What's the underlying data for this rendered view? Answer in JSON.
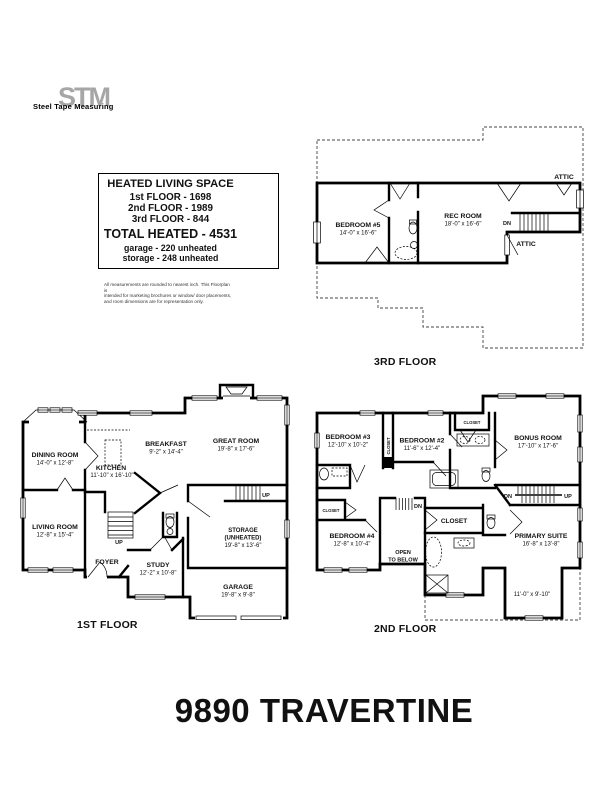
{
  "logo": {
    "monogram": "STM",
    "name": "Steel Tape Measuring"
  },
  "summary": {
    "title": "HEATED LIVING SPACE",
    "floor1": "1st FLOOR - 1698",
    "floor2": "2nd FLOOR - 1989",
    "floor3": "3rd FLOOR - 844",
    "total": "TOTAL HEATED - 4531",
    "garage": "garage - 220 unheated",
    "storage": "storage - 248 unheated"
  },
  "disclaimer": {
    "line1": "All measurements are rounded to nearest inch. This Floorplan is",
    "line2": "intended for marketing brochures or window/ door placements,",
    "line3": "and room dimensions are for representation only."
  },
  "address": "9890 TRAVERTINE",
  "floor3": {
    "label": "3RD FLOOR",
    "bedroom5_name": "BEDROOM #5",
    "bedroom5_dims": "14'-0\" x 16'-6\"",
    "rec_name": "REC ROOM",
    "rec_dims": "18'-0\" x 16'-6\"",
    "attic_top": "ATTIC",
    "attic_mid": "ATTIC",
    "dn": "DN"
  },
  "floor1": {
    "label": "1ST FLOOR",
    "dining_name": "DINING ROOM",
    "dining_dims": "14'-0\" x 12'-8\"",
    "kitchen_name": "KITCHEN",
    "kitchen_dims": "11'-10\" x 16'-10\"",
    "breakfast_name": "BREAKFAST",
    "breakfast_dims": "9'-2\" x 14'-4\"",
    "great_name": "GREAT ROOM",
    "great_dims": "19'-8\" x 17'-6\"",
    "living_name": "LIVING ROOM",
    "living_dims": "12'-8\" x 15'-4\"",
    "foyer": "FOYER",
    "study_name": "STUDY",
    "study_dims": "12'-2\" x 10'-8\"",
    "storage_name": "STORAGE",
    "storage_note": "(UNHEATED)",
    "storage_dims": "19'-8\" x 13'-6\"",
    "garage_name": "GARAGE",
    "garage_dims": "19'-8\" x 9'-8\"",
    "up1": "UP",
    "up2": "UP"
  },
  "floor2": {
    "label": "2ND FLOOR",
    "bed3_name": "BEDROOM #3",
    "bed3_dims": "12'-10\" x 10'-2\"",
    "bed2_name": "BEDROOM #2",
    "bed2_dims": "11'-6\" x 12'-4\"",
    "bonus_name": "BONUS ROOM",
    "bonus_dims": "17'-10\" x 17'-6\"",
    "bed4_name": "BEDROOM #4",
    "bed4_dims": "12'-8\" x 10'-4\"",
    "primary_name": "PRIMARY SUITE",
    "primary_dims": "16'-8\" x 13'-8\"",
    "primary_sub_dims": "11'-0\" x 9'-10\"",
    "closet_top": "CLOSET",
    "closet_jamb": "CLOSET",
    "closet_left": "CLOSET",
    "closet_mid": "CLOSET",
    "open1": "OPEN",
    "open2": "TO BELOW",
    "dn_mid": "DN",
    "dn": "DN",
    "up": "UP"
  }
}
